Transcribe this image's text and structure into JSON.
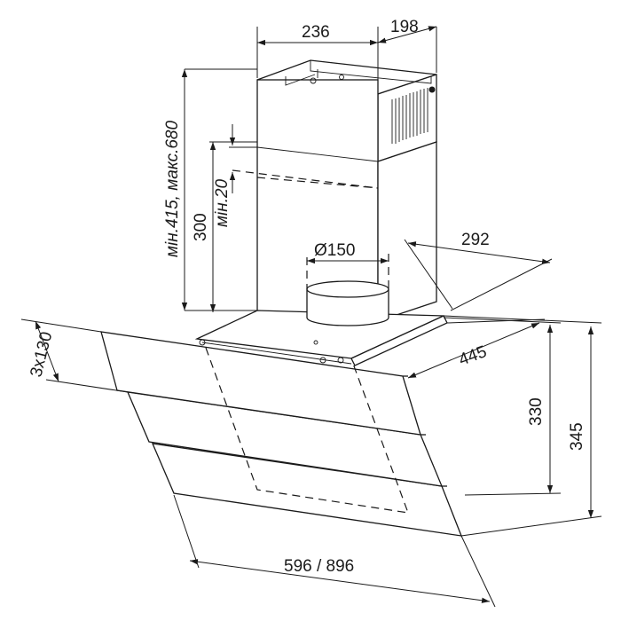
{
  "dimensions": {
    "chimney_front_width": "236",
    "chimney_depth": "198",
    "chimney_height_range": "мін.415, макс.680",
    "overlap_min": "мін.20",
    "lower_chimney_height": "300",
    "outlet_diameter": "Ø150",
    "mount_offset": "292",
    "hood_depth": "445",
    "glass_height": "330",
    "total_height": "345",
    "panel_heights": "3x130",
    "hood_width": "596 / 896"
  },
  "colors": {
    "line": "#1a1a1a",
    "background": "#ffffff"
  }
}
